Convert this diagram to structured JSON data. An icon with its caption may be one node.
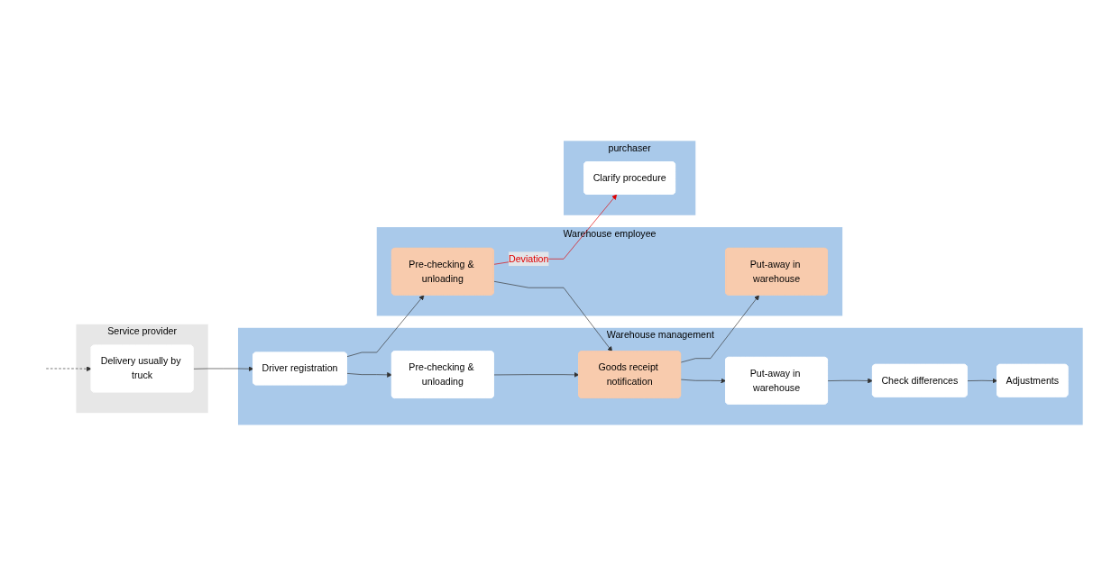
{
  "diagram": {
    "nodes": [
      {
        "text": [
          "Service provider"
        ]
      },
      {
        "text": [
          "Delivery usually by truck"
        ],
        "in": 0
      },
      {
        "text": [
          "Warehouse management"
        ]
      },
      {
        "text": [
          "Driver registration"
        ],
        "in": 2
      },
      {
        "text": [
          "Pre-checking & unloading"
        ],
        "in": 2
      },
      {
        "text": [
          "Goods receipt notification"
        ],
        "in": 2
      },
      {
        "text": [
          "Put-away in warehouse"
        ],
        "in": 2
      },
      {
        "text": [
          "Check differences"
        ],
        "in": 2
      },
      {
        "text": [
          "Adjustments"
        ],
        "in": 2
      },
      {
        "text": [
          "Warehouse employee"
        ]
      },
      {
        "text": [
          "Pre-checking & unloading"
        ],
        "in": 9
      },
      {
        "text": [
          "Put-away in warehouse"
        ],
        "in": 9
      },
      {
        "text": [
          "purchaser"
        ]
      },
      {
        "text": [
          "Clarify procedure"
        ],
        "in": 12
      }
    ],
    "edges": [
      {
        "from": null,
        "to": 1,
        "arrow": "to",
        "style": "dashed"
      },
      {
        "from": 1,
        "to": 3,
        "arrow": "to"
      },
      {
        "from": 3,
        "to": 4,
        "arrow": "to"
      },
      {
        "from": 3,
        "to": 10,
        "arrow": "to"
      },
      {
        "from": 4,
        "to": 5,
        "arrow": "to"
      },
      {
        "from": 10,
        "to": 5,
        "arrow": "to"
      },
      {
        "from": 5,
        "to": 6,
        "arrow": "to"
      },
      {
        "from": 5,
        "to": 11,
        "arrow": "to"
      },
      {
        "from": 6,
        "to": 7,
        "arrow": "to"
      },
      {
        "from": 7,
        "to": 8,
        "arrow": "to"
      },
      {
        "from": 10,
        "to": 13,
        "arrow": "to",
        "label": "Deviation",
        "color": "#e00000"
      }
    ]
  }
}
